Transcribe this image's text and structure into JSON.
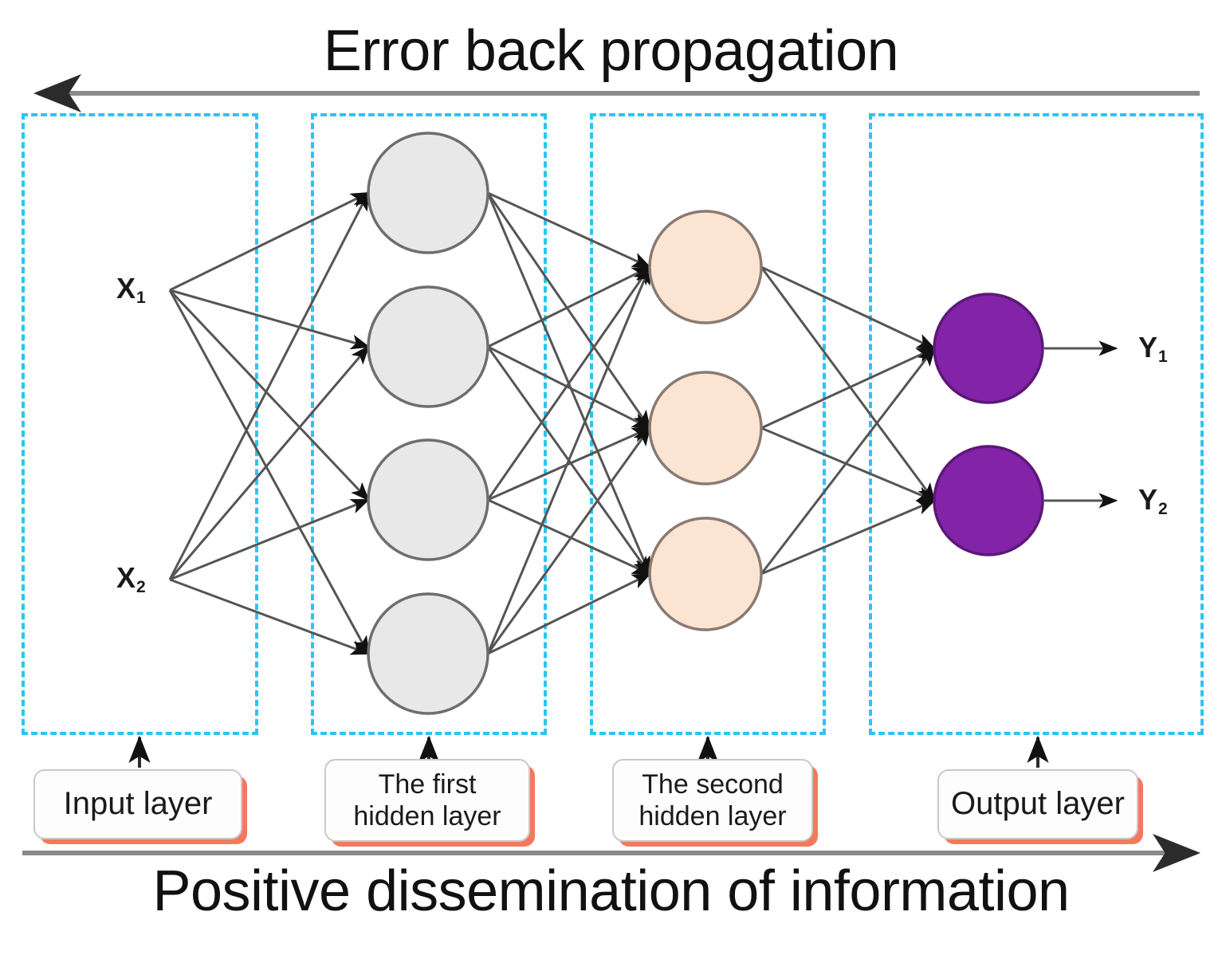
{
  "diagram": {
    "title_top": "Error back propagation",
    "title_bottom": "Positive dissemination of information",
    "top_arrow_direction": "left",
    "bottom_arrow_direction": "right",
    "colors": {
      "layer_box_dashed": "#29C5F6",
      "hidden1_node_fill": "#E8E8E8",
      "hidden1_node_stroke": "#6E6E6E",
      "hidden2_node_fill": "#FCE4D3",
      "hidden2_node_stroke": "#8A7A72",
      "output_node_fill": "#8223A8",
      "output_node_stroke": "#5C1878",
      "edge_stroke": "#555555",
      "tag_shadow": "#F4795C",
      "arrow_axis": "#808080"
    }
  },
  "inputs": [
    {
      "label": "X",
      "sub": "1"
    },
    {
      "label": "X",
      "sub": "2"
    }
  ],
  "outputs": [
    {
      "label": "Y",
      "sub": "1"
    },
    {
      "label": "Y",
      "sub": "2"
    }
  ],
  "layers": [
    {
      "id": "input",
      "tag": "Input layer",
      "tag_lines": [
        "Input layer"
      ],
      "node_count": 2
    },
    {
      "id": "hidden1",
      "tag": "The first hidden layer",
      "tag_lines": [
        "The first",
        "hidden layer"
      ],
      "node_count": 4
    },
    {
      "id": "hidden2",
      "tag": "The second hidden layer",
      "tag_lines": [
        "The second",
        "hidden layer"
      ],
      "node_count": 3
    },
    {
      "id": "output",
      "tag": "Output layer",
      "tag_lines": [
        "Output layer"
      ],
      "node_count": 2
    }
  ],
  "connections": [
    {
      "from": "input",
      "to": "hidden1",
      "type": "fully-connected",
      "count": 8
    },
    {
      "from": "hidden1",
      "to": "hidden2",
      "type": "fully-connected",
      "count": 12
    },
    {
      "from": "hidden2",
      "to": "output",
      "type": "fully-connected",
      "count": 6
    }
  ]
}
